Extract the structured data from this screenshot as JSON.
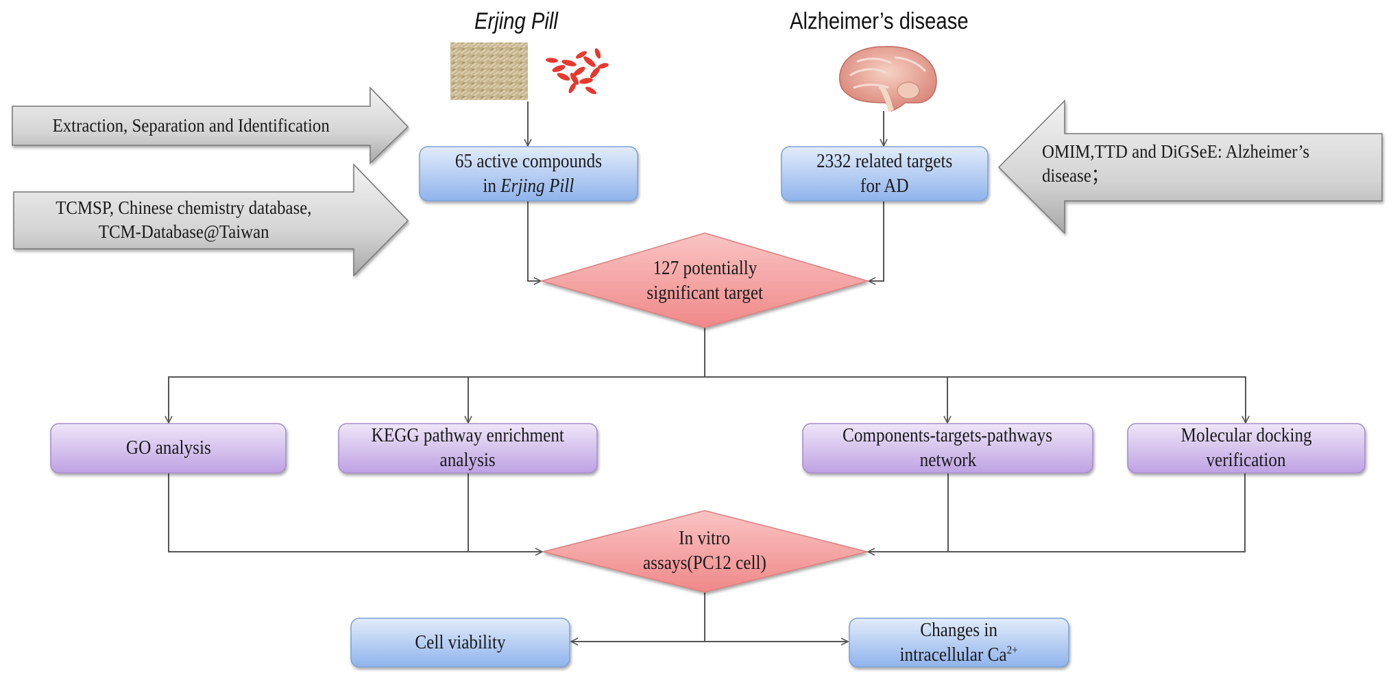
{
  "titles": {
    "left": "Erjing Pill",
    "right": "Alzheimer’s disease"
  },
  "images": {
    "herb_1": "dried herb slices photo",
    "herb_2": "goji berries photo",
    "brain": "brain illustration"
  },
  "side_arrows": {
    "extraction": "Extraction, Separation and Identification",
    "databases_line1": "TCMSP, Chinese chemistry database,",
    "databases_line2": "TCM-Database@Taiwan",
    "disease_db_line1": "OMIM,TTD and DiGSeE: Alzheimer’s",
    "disease_db_line2": "disease；"
  },
  "nodes": {
    "compounds_line1": "65 active compounds",
    "compounds_line2_prefix": "in ",
    "compounds_line2_italic": "Erjing Pill",
    "targets_line1": "2332 related targets",
    "targets_line2": "for AD",
    "significant_line1": "127 potentially",
    "significant_line2": "significant target",
    "go": "GO analysis",
    "kegg_line1": "KEGG pathway enrichment",
    "kegg_line2": "analysis",
    "network_line1": "Components-targets-pathways",
    "network_line2": "network",
    "docking_line1": "Molecular docking",
    "docking_line2": "verification",
    "invitro_line1": "In vitro",
    "invitro_line2": "assays(PC12 cell)",
    "viability": "Cell viability",
    "calcium_line1": "Changes in",
    "calcium_line2": "intracellular Ca",
    "calcium_sup": "2+"
  },
  "colors": {
    "blue_top": "#e2ecfa",
    "blue_bottom": "#8fb3ec",
    "purple_top": "#efe6f8",
    "purple_bottom": "#bea2e3",
    "red_top": "#fac4c4",
    "red_bottom": "#f08888",
    "gray_top": "#f2f2f2",
    "gray_bottom": "#a8a8a8",
    "line": "#555555"
  }
}
